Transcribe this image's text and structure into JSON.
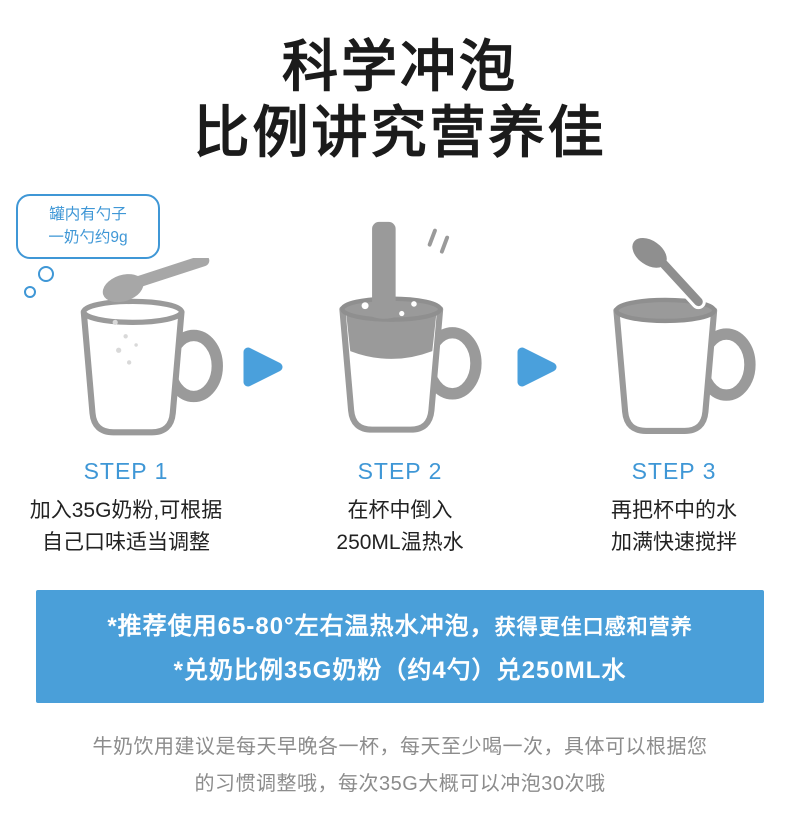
{
  "title": {
    "line1": "科学冲泡",
    "line2": "比例讲究营养佳"
  },
  "bubble": {
    "line1": "罐内有勺子",
    "line2": "一奶勺约9g"
  },
  "steps": [
    {
      "label": "STEP 1",
      "desc_line1": "加入35G奶粉,可根据",
      "desc_line2": "自己口味适当调整"
    },
    {
      "label": "STEP 2",
      "desc_line1": "在杯中倒入",
      "desc_line2": "250ML温热水"
    },
    {
      "label": "STEP 3",
      "desc_line1": "再把杯中的水",
      "desc_line2": "加满快速搅拌"
    }
  ],
  "banner": {
    "line1_main": "*推荐使用65-80°左右温热水冲泡，",
    "line1_sub": "获得更佳口感和营养",
    "line2": "*兑奶比例35G奶粉（约4勺）兑250ML水"
  },
  "footer": {
    "line1": "牛奶饮用建议是每天早晚各一杯，每天至少喝一次，具体可以根据您",
    "line2": "的习惯调整哦，每次35G大概可以冲泡30次哦"
  },
  "icons": {
    "arrow_right": "▶",
    "cup": "mug",
    "spoon": "spoon"
  },
  "colors": {
    "accent_blue": "#3f97d6",
    "banner_blue": "#4a9fd9",
    "cup_gray": "#9a9a9a",
    "text_dark": "#1b1b1b",
    "text_gray": "#8c8c8c"
  }
}
